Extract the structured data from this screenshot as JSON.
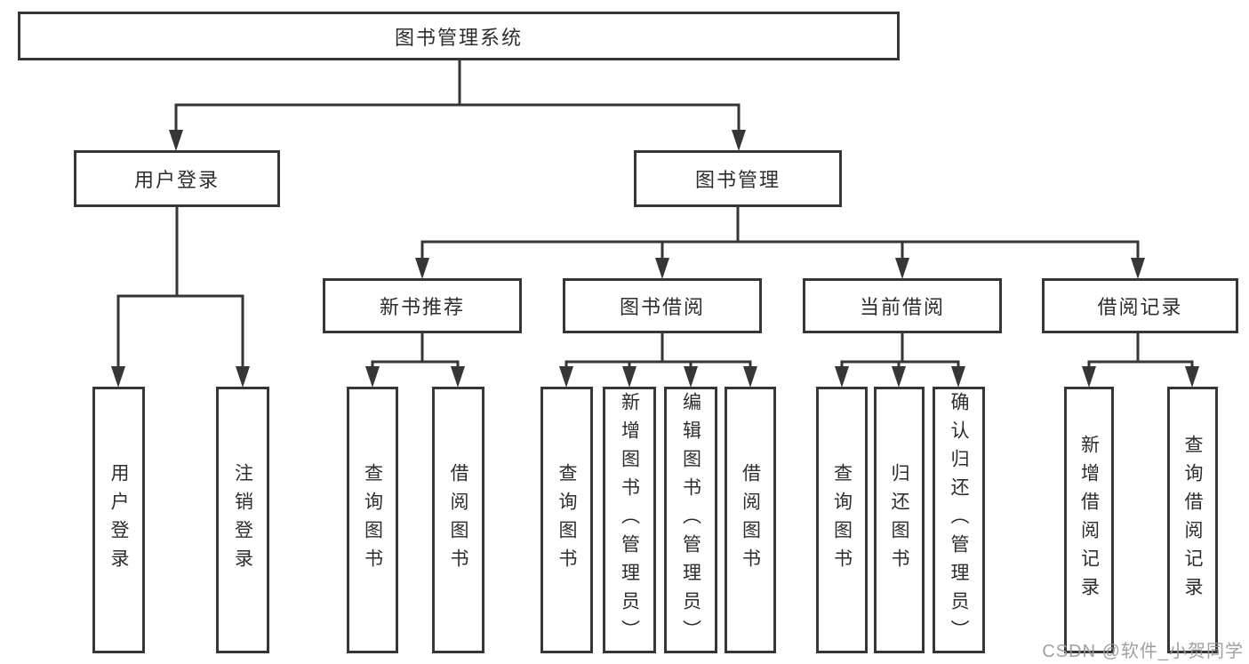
{
  "diagram": {
    "root_label": "图书管理系统",
    "level2": [
      {
        "label": "用户登录"
      },
      {
        "label": "图书管理"
      }
    ],
    "level3": [
      {
        "label": "新书推荐"
      },
      {
        "label": "图书借阅"
      },
      {
        "label": "当前借阅"
      },
      {
        "label": "借阅记录"
      }
    ],
    "leaves": [
      {
        "label": "用户登录"
      },
      {
        "label": "注销登录"
      },
      {
        "label": "查询图书"
      },
      {
        "label": "借阅图书"
      },
      {
        "label": "查询图书"
      },
      {
        "label": "新增图书（管理员）"
      },
      {
        "label": "编辑图书（管理员）"
      },
      {
        "label": "借阅图书"
      },
      {
        "label": "查询图书"
      },
      {
        "label": "归还图书"
      },
      {
        "label": "确认归还（管理员）"
      },
      {
        "label": "新增借阅记录"
      },
      {
        "label": "查询借阅记录"
      }
    ],
    "watermark": "CSDN @软件_小贺同学",
    "colors": {
      "line": "#363636",
      "text": "#2d2d2d",
      "watermark": "#9a9797",
      "background": "#ffffff"
    }
  }
}
